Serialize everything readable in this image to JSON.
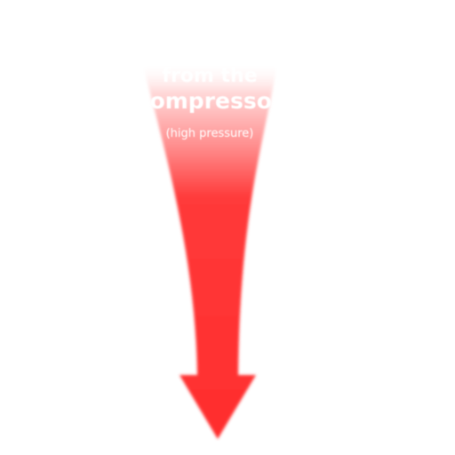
{
  "diagram": {
    "labels": {
      "line1": "from the",
      "line2": "compressor",
      "line3": "(high pressure)"
    },
    "colors": {
      "arrow": "#ff2d2d",
      "arrow_top_fade": "#ffffff",
      "label": "#ffffff",
      "background": "#ffffff"
    }
  }
}
